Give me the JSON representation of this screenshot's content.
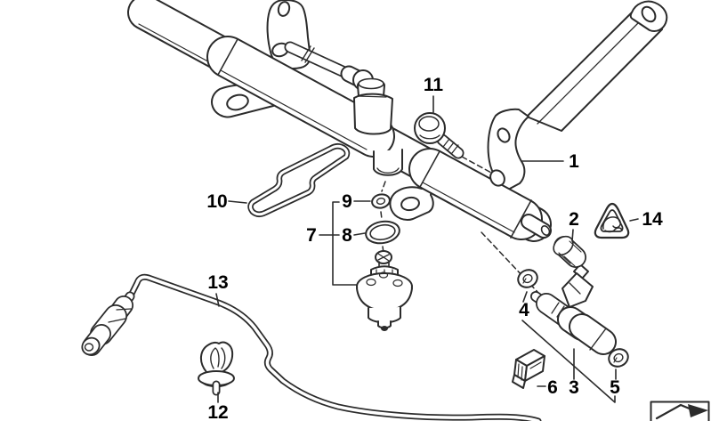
{
  "diagram": {
    "background": "#ffffff",
    "line_color": "#2b2b2b",
    "label_color": "#000000",
    "part_labels": [
      {
        "number": "1",
        "part": "fuel-rail-with-bracket"
      },
      {
        "number": "2",
        "part": "protective-cap"
      },
      {
        "number": "3",
        "part": "fuel-injector"
      },
      {
        "number": "4",
        "part": "o-ring-upper"
      },
      {
        "number": "5",
        "part": "o-ring-lower"
      },
      {
        "number": "6",
        "part": "retaining-clip"
      },
      {
        "number": "7",
        "part": "pressure-regulator-set"
      },
      {
        "number": "8",
        "part": "o-ring-large"
      },
      {
        "number": "9",
        "part": "washer"
      },
      {
        "number": "10",
        "part": "retaining-frame"
      },
      {
        "number": "11",
        "part": "mounting-bolt"
      },
      {
        "number": "12",
        "part": "cable-clip"
      },
      {
        "number": "13",
        "part": "fuel-pipe"
      },
      {
        "number": "14",
        "part": "warning-symbol"
      }
    ],
    "symbols": [
      {
        "name": "warning-triangle-icon"
      },
      {
        "name": "direction-arrow-icon"
      }
    ]
  }
}
